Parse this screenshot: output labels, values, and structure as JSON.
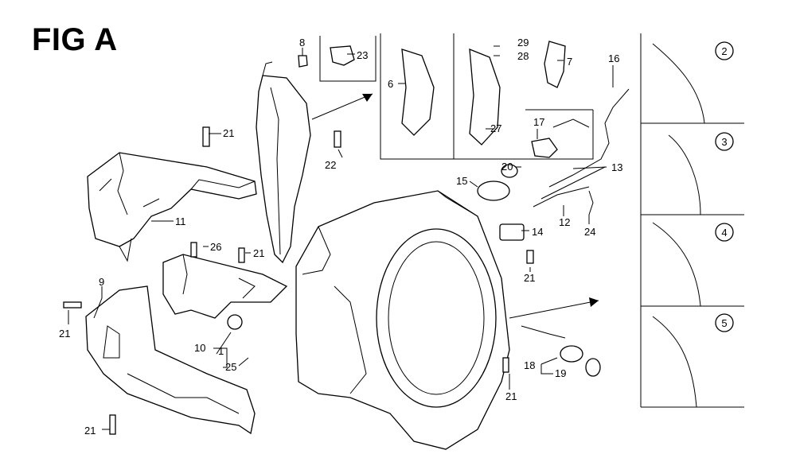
{
  "title": "FIG A",
  "parts": {
    "p1": "1",
    "p6": "6",
    "p7": "7",
    "p8": "8",
    "p9": "9",
    "p10": "10",
    "p11": "11",
    "p12": "12",
    "p13": "13",
    "p14": "14",
    "p15": "15",
    "p16": "16",
    "p17": "17",
    "p18": "18",
    "p19": "19",
    "p20": "20",
    "p21": "21",
    "p22": "22",
    "p23": "23",
    "p24": "24",
    "p25": "25",
    "p26": "26",
    "p27": "27",
    "p28": "28",
    "p29": "29"
  },
  "details": [
    "2",
    "3",
    "4",
    "5"
  ]
}
